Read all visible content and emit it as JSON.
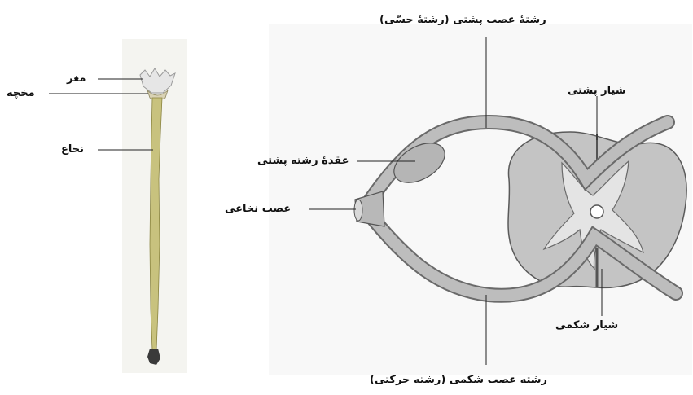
{
  "left_figure": {
    "labels": {
      "brain": "مغز",
      "cerebellum": "مخچه",
      "spinal_cord": "نخاع"
    }
  },
  "right_figure": {
    "labels": {
      "dorsal_root": "رشتهٔ عصب پشتی (رشتهٔ حسّی)",
      "dorsal_sulcus": "شیار پشتی",
      "dorsal_ganglion": "عقدهٔ رشته پشتی",
      "spinal_nerve": "عصب نخاعی",
      "ventral_sulcus": "شیار شکمی",
      "ventral_root": "رشته عصب شکمی (رشته حرکتی)"
    }
  }
}
